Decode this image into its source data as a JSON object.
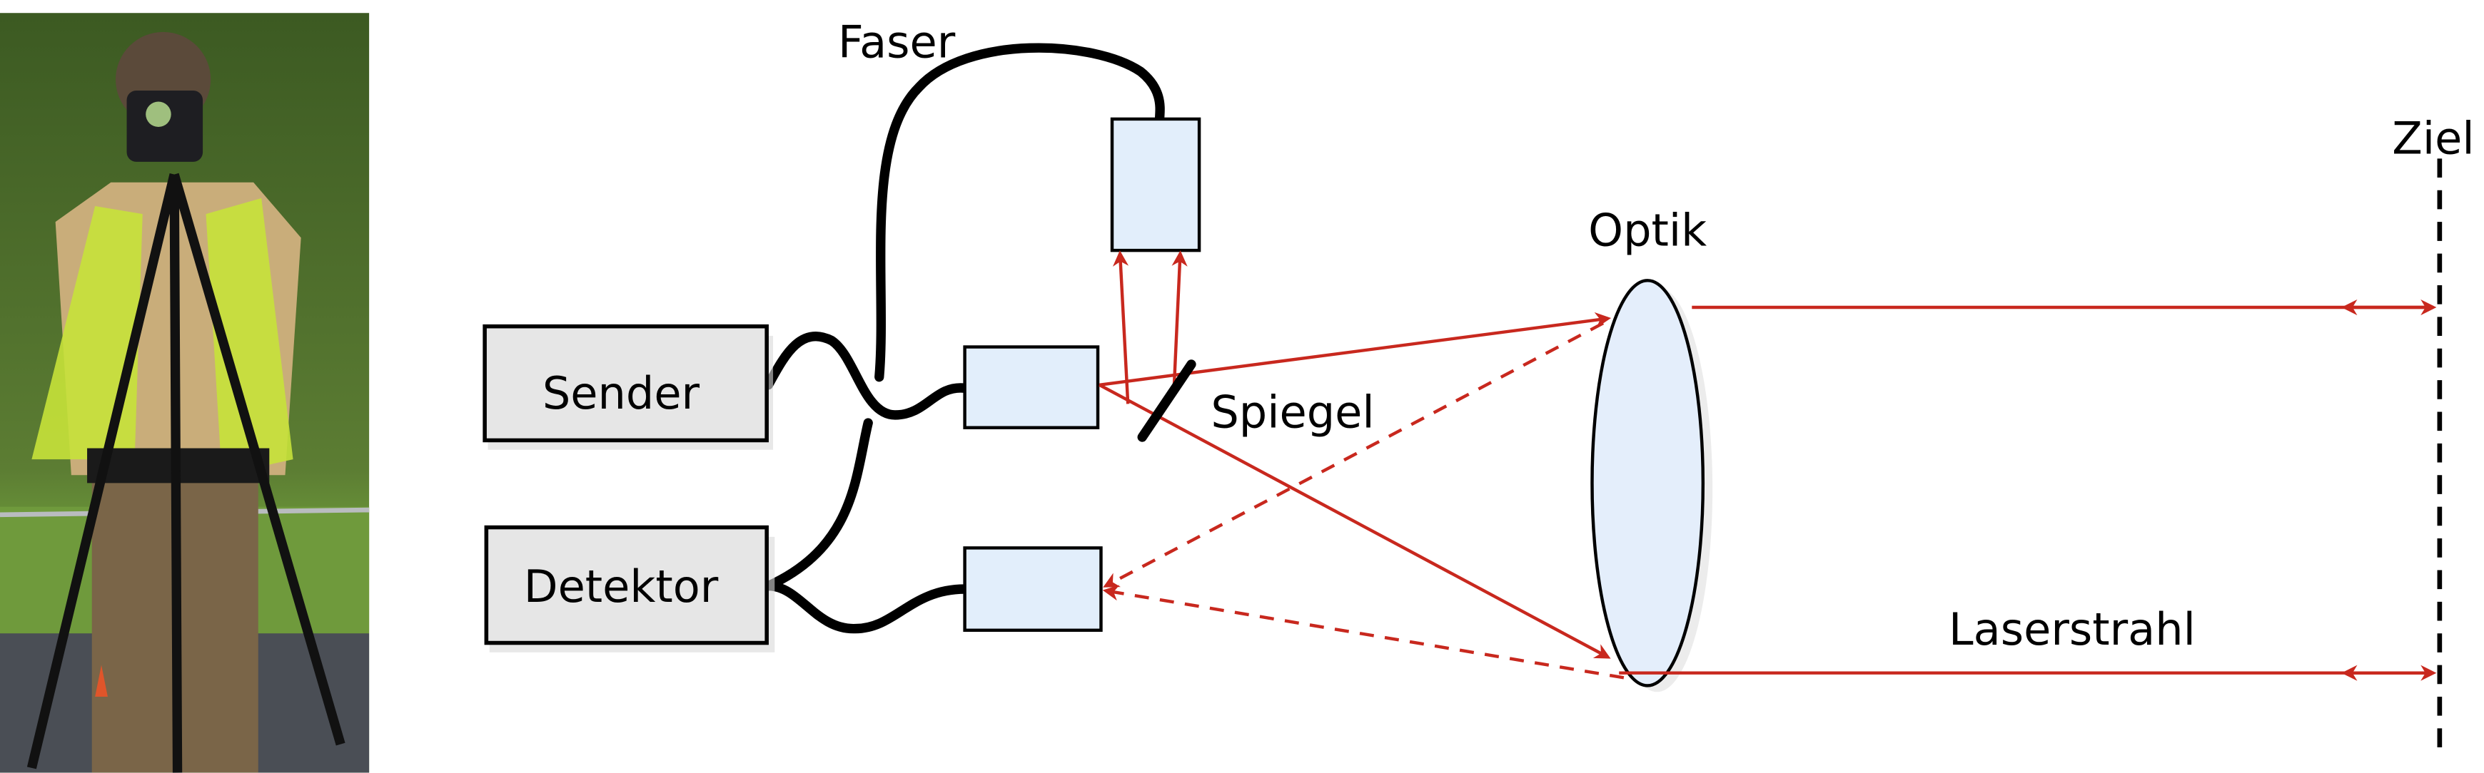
{
  "labels": {
    "fiber": "Faser",
    "sender": "Sender",
    "detector": "Detektor",
    "mirror": "Spiegel",
    "optics": "Optik",
    "target": "Ziel",
    "laser_beam": "Laserstrahl"
  },
  "colors": {
    "ray": "#c8281e",
    "box_fill": "#e6e6e6",
    "collimator_fill": "#e2eefb",
    "lens_fill": "#e4eefb"
  }
}
